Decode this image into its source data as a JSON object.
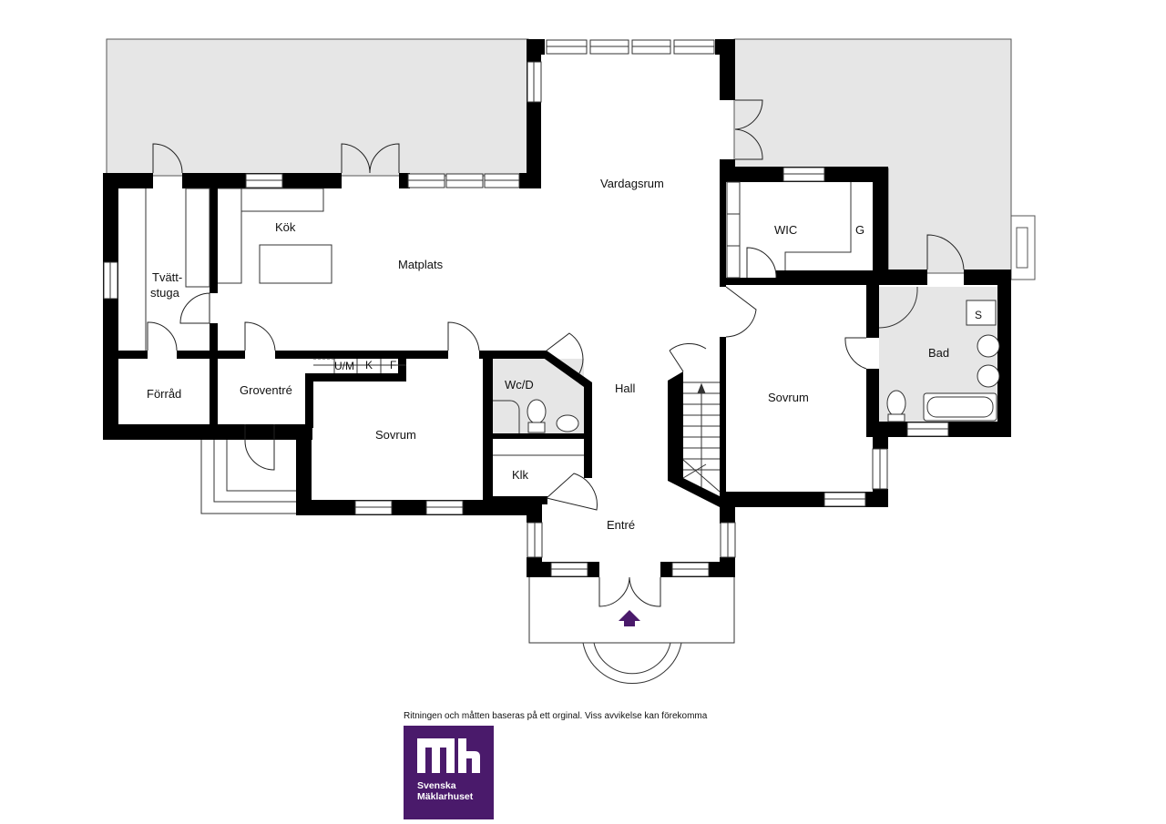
{
  "rooms": {
    "vardagsrum": "Vardagsrum",
    "kok": "Kök",
    "matplats": "Matplats",
    "tvattstuga_1": "Tvätt-",
    "tvattstuga_2": "stuga",
    "forrad": "Förråd",
    "groventre": "Groventré",
    "sovrum_west": "Sovrum",
    "wcd": "Wc/D",
    "hall": "Hall",
    "klk": "Klk",
    "entre": "Entré",
    "wic": "WIC",
    "g": "G",
    "bad": "Bad",
    "sovrum_east": "Sovrum"
  },
  "appliances": {
    "um": "U/M",
    "k": "K",
    "f": "F",
    "s": "S"
  },
  "disclaimer": "Ritningen och måtten baseras på ett orginal. Viss avvikelse kan förekomma",
  "logo": {
    "line1": "Svenska",
    "line2": "Mäklarhuset",
    "mark": "Mh-logo-icon",
    "color": "#4a1a6b"
  },
  "colors": {
    "terrace": "#e6e6e6",
    "wall": "#000000",
    "arrow": "#4a1a6b"
  }
}
